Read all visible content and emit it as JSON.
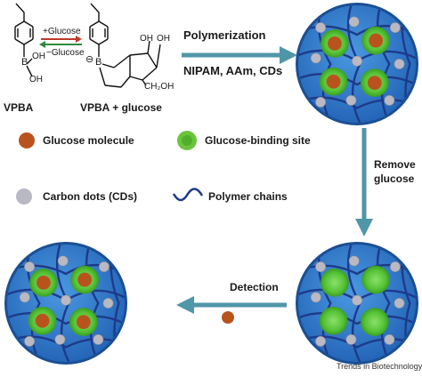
{
  "molecules": {
    "vpba_label": "VPBA",
    "vpba_glucose_label": "VPBA + glucose",
    "forward_label": "+Glucose",
    "reverse_label": "−Glucose",
    "atom_b": "B",
    "atom_oh": "OH",
    "atom_ch2oh": "CH₂OH",
    "charge": "⊖"
  },
  "steps": {
    "polymerization": "Polymerization",
    "reagents": "NIPAM, AAm, CDs",
    "remove_glucose_line1": "Remove",
    "remove_glucose_line2": "glucose",
    "detection": "Detection"
  },
  "legend": {
    "glucose_molecule": "Glucose molecule",
    "binding_site": "Glucose-binding site",
    "carbon_dots": "Carbon dots (CDs)",
    "polymer_chains": "Polymer chains"
  },
  "credit": "Trends in Biotechnology",
  "colors": {
    "sphere": "#2f79c8",
    "chain": "#1f3a8a",
    "glucose": "#b9531e",
    "binding_site": "#6cc43a",
    "carbon_dot": "#b9b9c4",
    "arrow": "#4f96a8",
    "arrow_forward": "#c0392b",
    "arrow_reverse": "#2e8b3c"
  }
}
